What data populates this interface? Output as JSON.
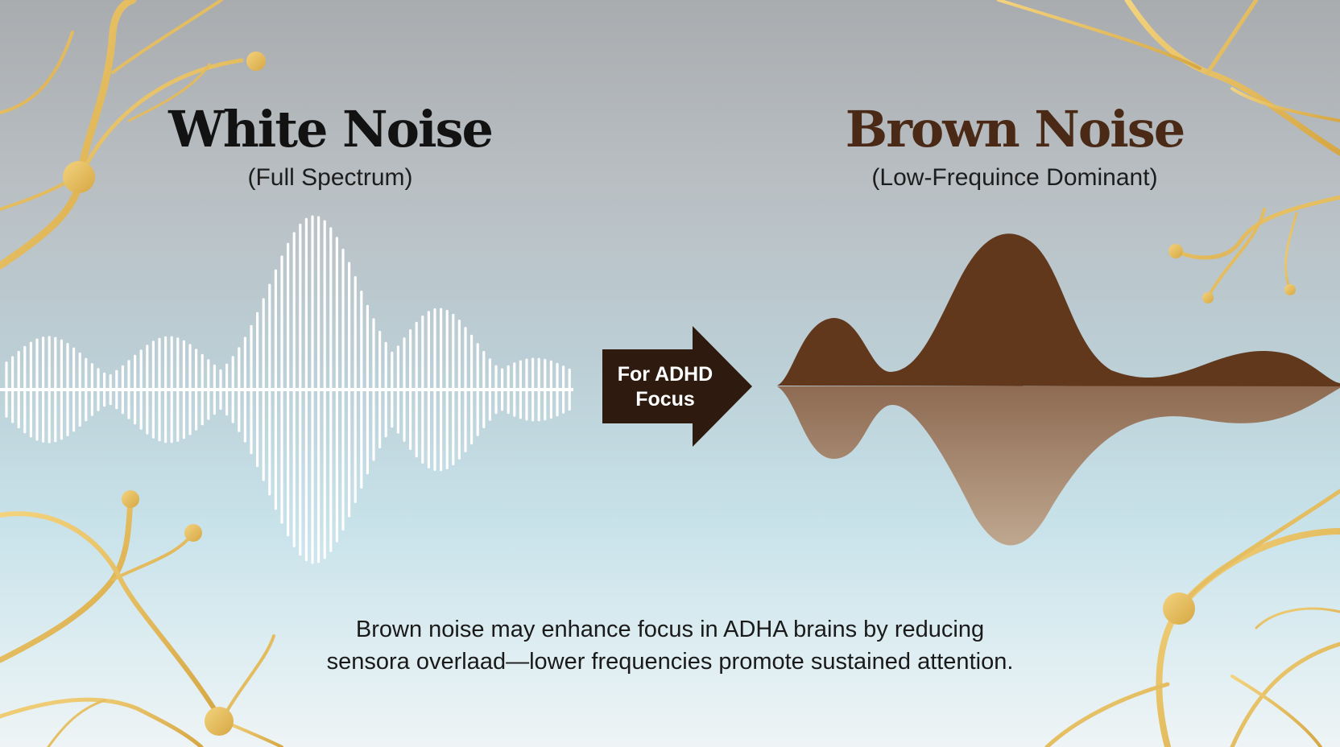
{
  "white_noise": {
    "title": "White Noise",
    "subtitle": "(Full Spectrum)",
    "waveform_color": "#ffffff"
  },
  "arrow": {
    "label_line1": "For ADHD",
    "label_line2": "Focus",
    "color": "#2e1a0e"
  },
  "brown_noise": {
    "title": "Brown Noise",
    "subtitle": "(Low-Frequince Dominant)",
    "fill_color": "#62381d",
    "reflection_color": "#a58066"
  },
  "caption": {
    "line1": "Brown noise may enhance focus in ADHA brains by reducing",
    "line2": "sensora overlaad—lower frequencies promote sustained attention."
  },
  "decoration": {
    "branch_color": "#e3b95a",
    "branch_icon": "golden-neuron-branches"
  }
}
